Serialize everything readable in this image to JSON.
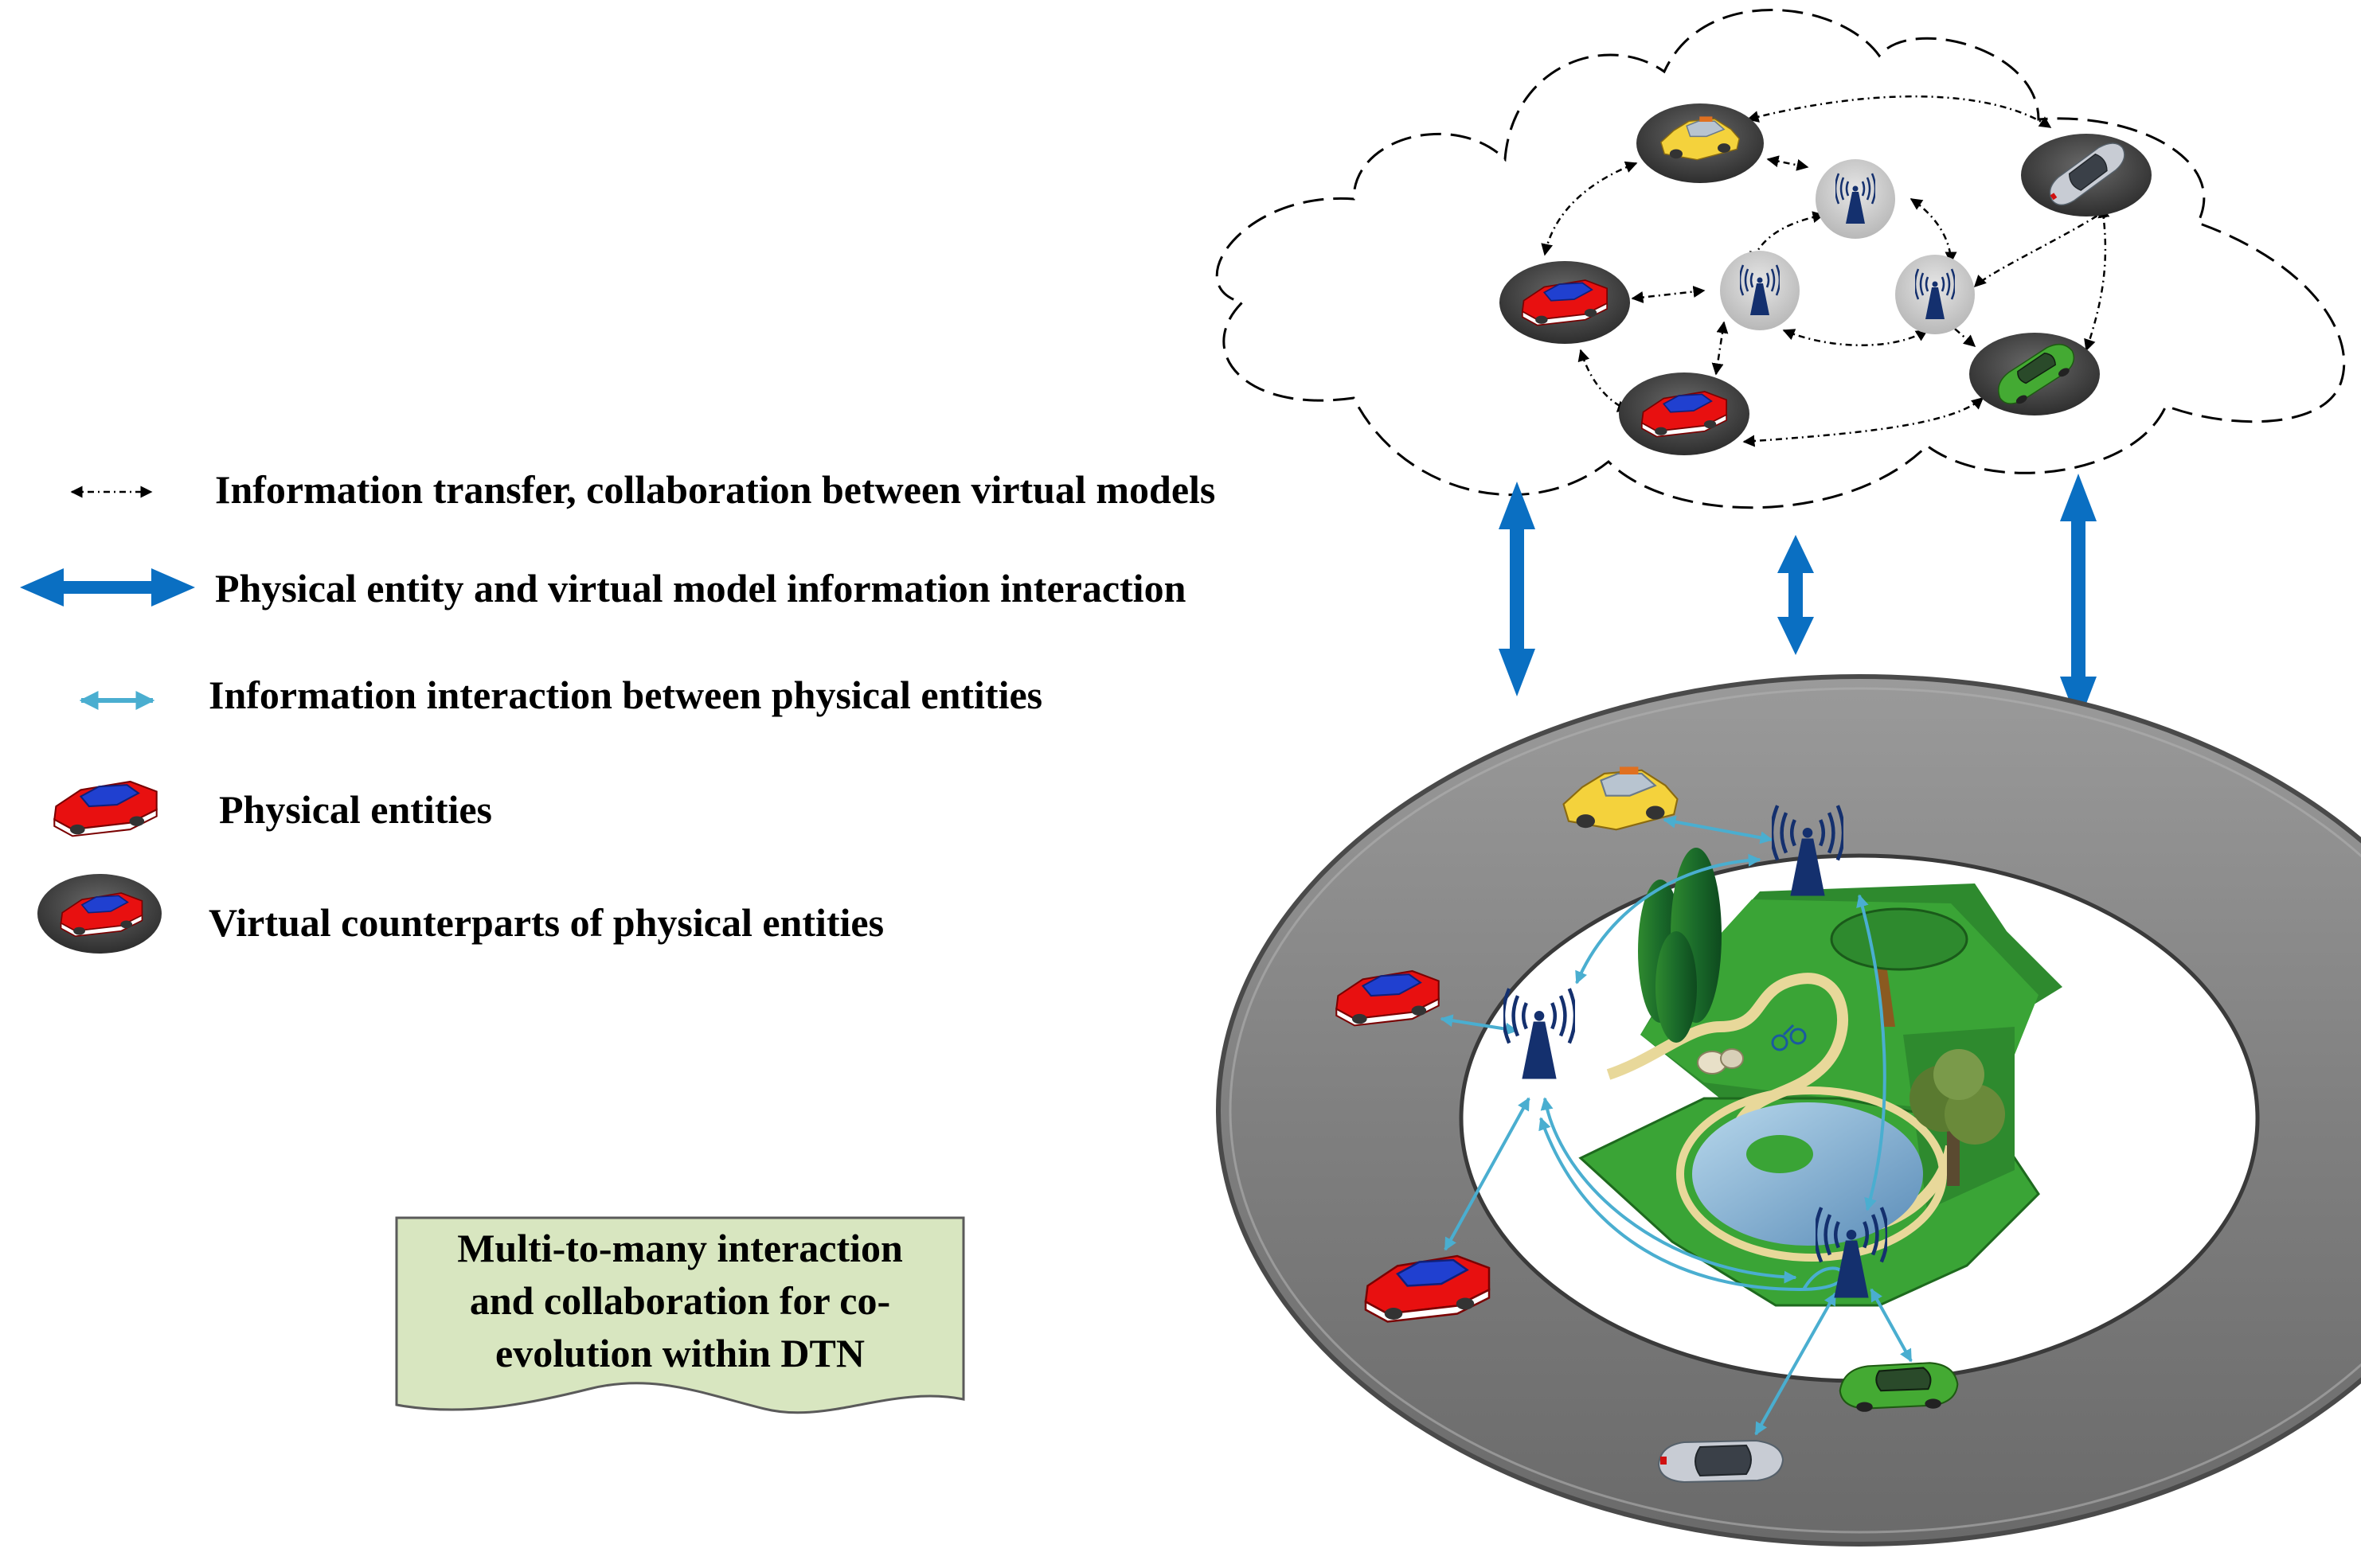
{
  "legend": {
    "items": [
      {
        "id": "virtual-transfer",
        "label": "Information transfer, collaboration between virtual models"
      },
      {
        "id": "physical-virtual",
        "label": "Physical entity and virtual model information interaction"
      },
      {
        "id": "physical-physical",
        "label": "Information interaction between physical entities"
      },
      {
        "id": "physical-entities",
        "label": "Physical entities"
      },
      {
        "id": "virtual-counterparts",
        "label": "Virtual counterparts of physical entities"
      }
    ]
  },
  "note": {
    "lines": [
      "Multi-to-many interaction",
      "and collaboration for co-",
      "evolution within DTN"
    ]
  },
  "colors": {
    "dark_blue": "#0a6fc2",
    "light_blue": "#4aaed0",
    "road": "#808080",
    "note_bg": "#d8e6c0",
    "red_car": "#e81010",
    "car_roof": "#2040d0",
    "yellow_car": "#f4d23c",
    "green_car": "#44aa33",
    "silver_car": "#c8ccd4",
    "tower": "#14306e",
    "grass": "#3aa436",
    "water": "#8ab8d8"
  }
}
